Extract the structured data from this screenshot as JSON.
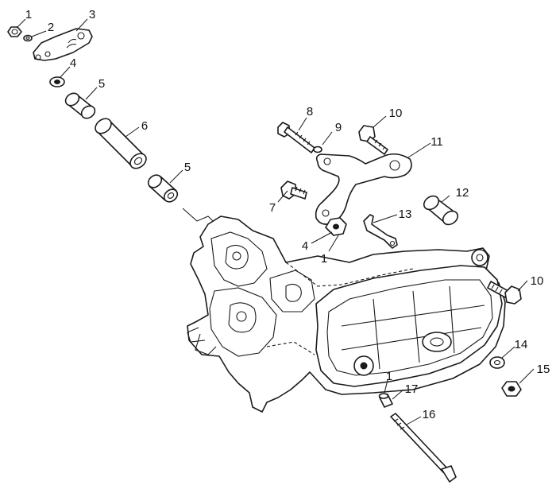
{
  "callouts": [
    {
      "id": "c1a",
      "text": "1"
    },
    {
      "id": "c2",
      "text": "2"
    },
    {
      "id": "c3",
      "text": "3"
    },
    {
      "id": "c4a",
      "text": "4"
    },
    {
      "id": "c5a",
      "text": "5"
    },
    {
      "id": "c6",
      "text": "6"
    },
    {
      "id": "c5b",
      "text": "5"
    },
    {
      "id": "c8",
      "text": "8"
    },
    {
      "id": "c9",
      "text": "9"
    },
    {
      "id": "c10a",
      "text": "10"
    },
    {
      "id": "c11",
      "text": "11"
    },
    {
      "id": "c7",
      "text": "7"
    },
    {
      "id": "c12",
      "text": "12"
    },
    {
      "id": "c13",
      "text": "13"
    },
    {
      "id": "c4b",
      "text": "4"
    },
    {
      "id": "c1b",
      "text": "1"
    },
    {
      "id": "c10b",
      "text": "10"
    },
    {
      "id": "c14",
      "text": "14"
    },
    {
      "id": "c15",
      "text": "15"
    },
    {
      "id": "c1c",
      "text": "1"
    },
    {
      "id": "c17",
      "text": "17"
    },
    {
      "id": "c16",
      "text": "16"
    }
  ]
}
